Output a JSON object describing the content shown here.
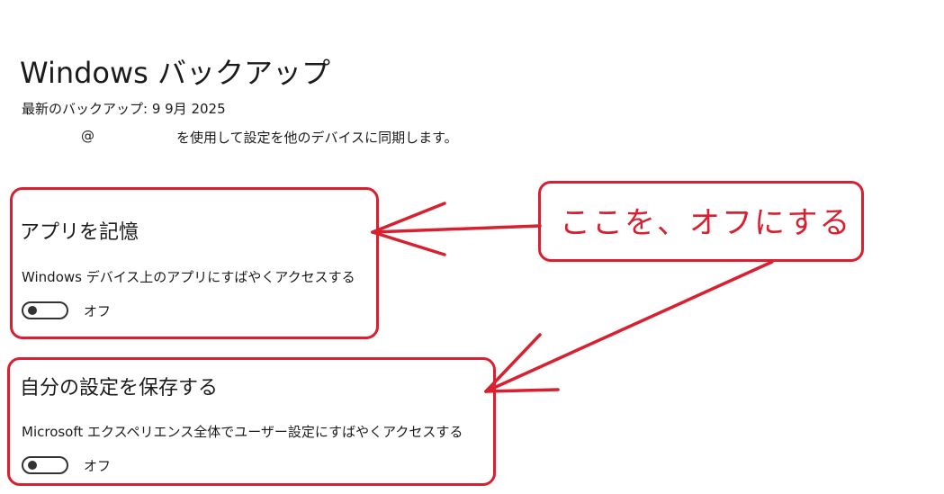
{
  "header": {
    "title": "Windows バックアップ",
    "last_backup": "最新のバックアップ: 9 9月 2025",
    "sync_at": "@",
    "sync_text": "を使用して設定を他のデバイスに同期します。"
  },
  "settings": [
    {
      "heading": "アプリを記憶",
      "description": "Windows デバイス上のアプリにすばやくアクセスする",
      "toggle_state": "オフ"
    },
    {
      "heading": "自分の設定を保存する",
      "description": "Microsoft エクスペリエンス全体でユーザー設定にすばやくアクセスする",
      "toggle_state": "オフ"
    }
  ],
  "annotation": {
    "callout": "ここを、オフにする",
    "color": "#d82030"
  }
}
